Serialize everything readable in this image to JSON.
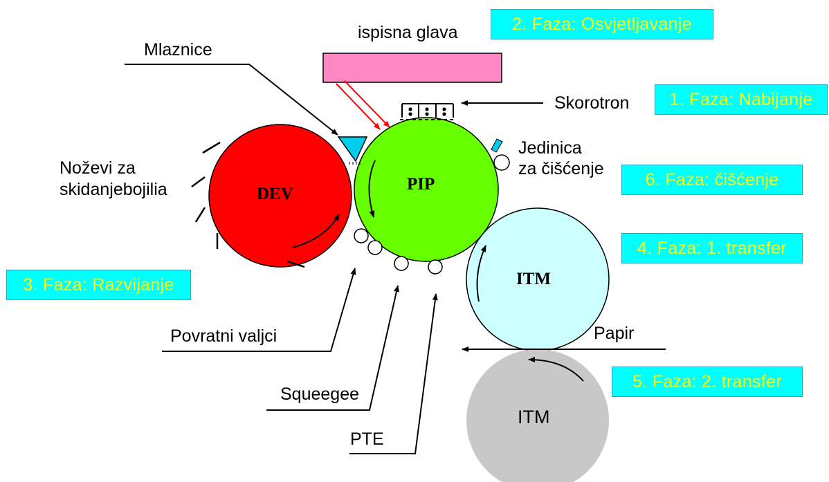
{
  "phases": {
    "phase1": "1. Faza: Nabijanje",
    "phase2": "2. Faza: Osvjetljavanje",
    "phase3": "3. Faza: Razvijanje",
    "phase4": "4. Faza: 1. transfer",
    "phase5": "5. Faza: 2. transfer",
    "phase6": "6. Faza: čišćenje"
  },
  "labels": {
    "print_head": "ispisna glava",
    "nozzles": "Mlaznice",
    "scorotron": "Skorotron",
    "blades_line1": "Noževi za",
    "blades_line2": "skidanjebojilia",
    "cleaning_line1": "Jedinica",
    "cleaning_line2": "za čišćenje",
    "return_rollers": "Povratni valjci",
    "squeegee": "Squeegee",
    "pte": "PTE",
    "paper": "Papir"
  },
  "drums": {
    "dev": "DEV",
    "pip": "PIP",
    "itm_upper": "ITM",
    "itm_lower": "ITM"
  },
  "colors": {
    "dev": "#ff0000",
    "pip": "#66ff00",
    "itm_upper": "#ccffff",
    "itm_lower": "#c8c8c8",
    "print_head": "#ff88c4",
    "phase_box": "#00ffff",
    "phase_text": "#ffff00",
    "laser": "#ff0000"
  }
}
